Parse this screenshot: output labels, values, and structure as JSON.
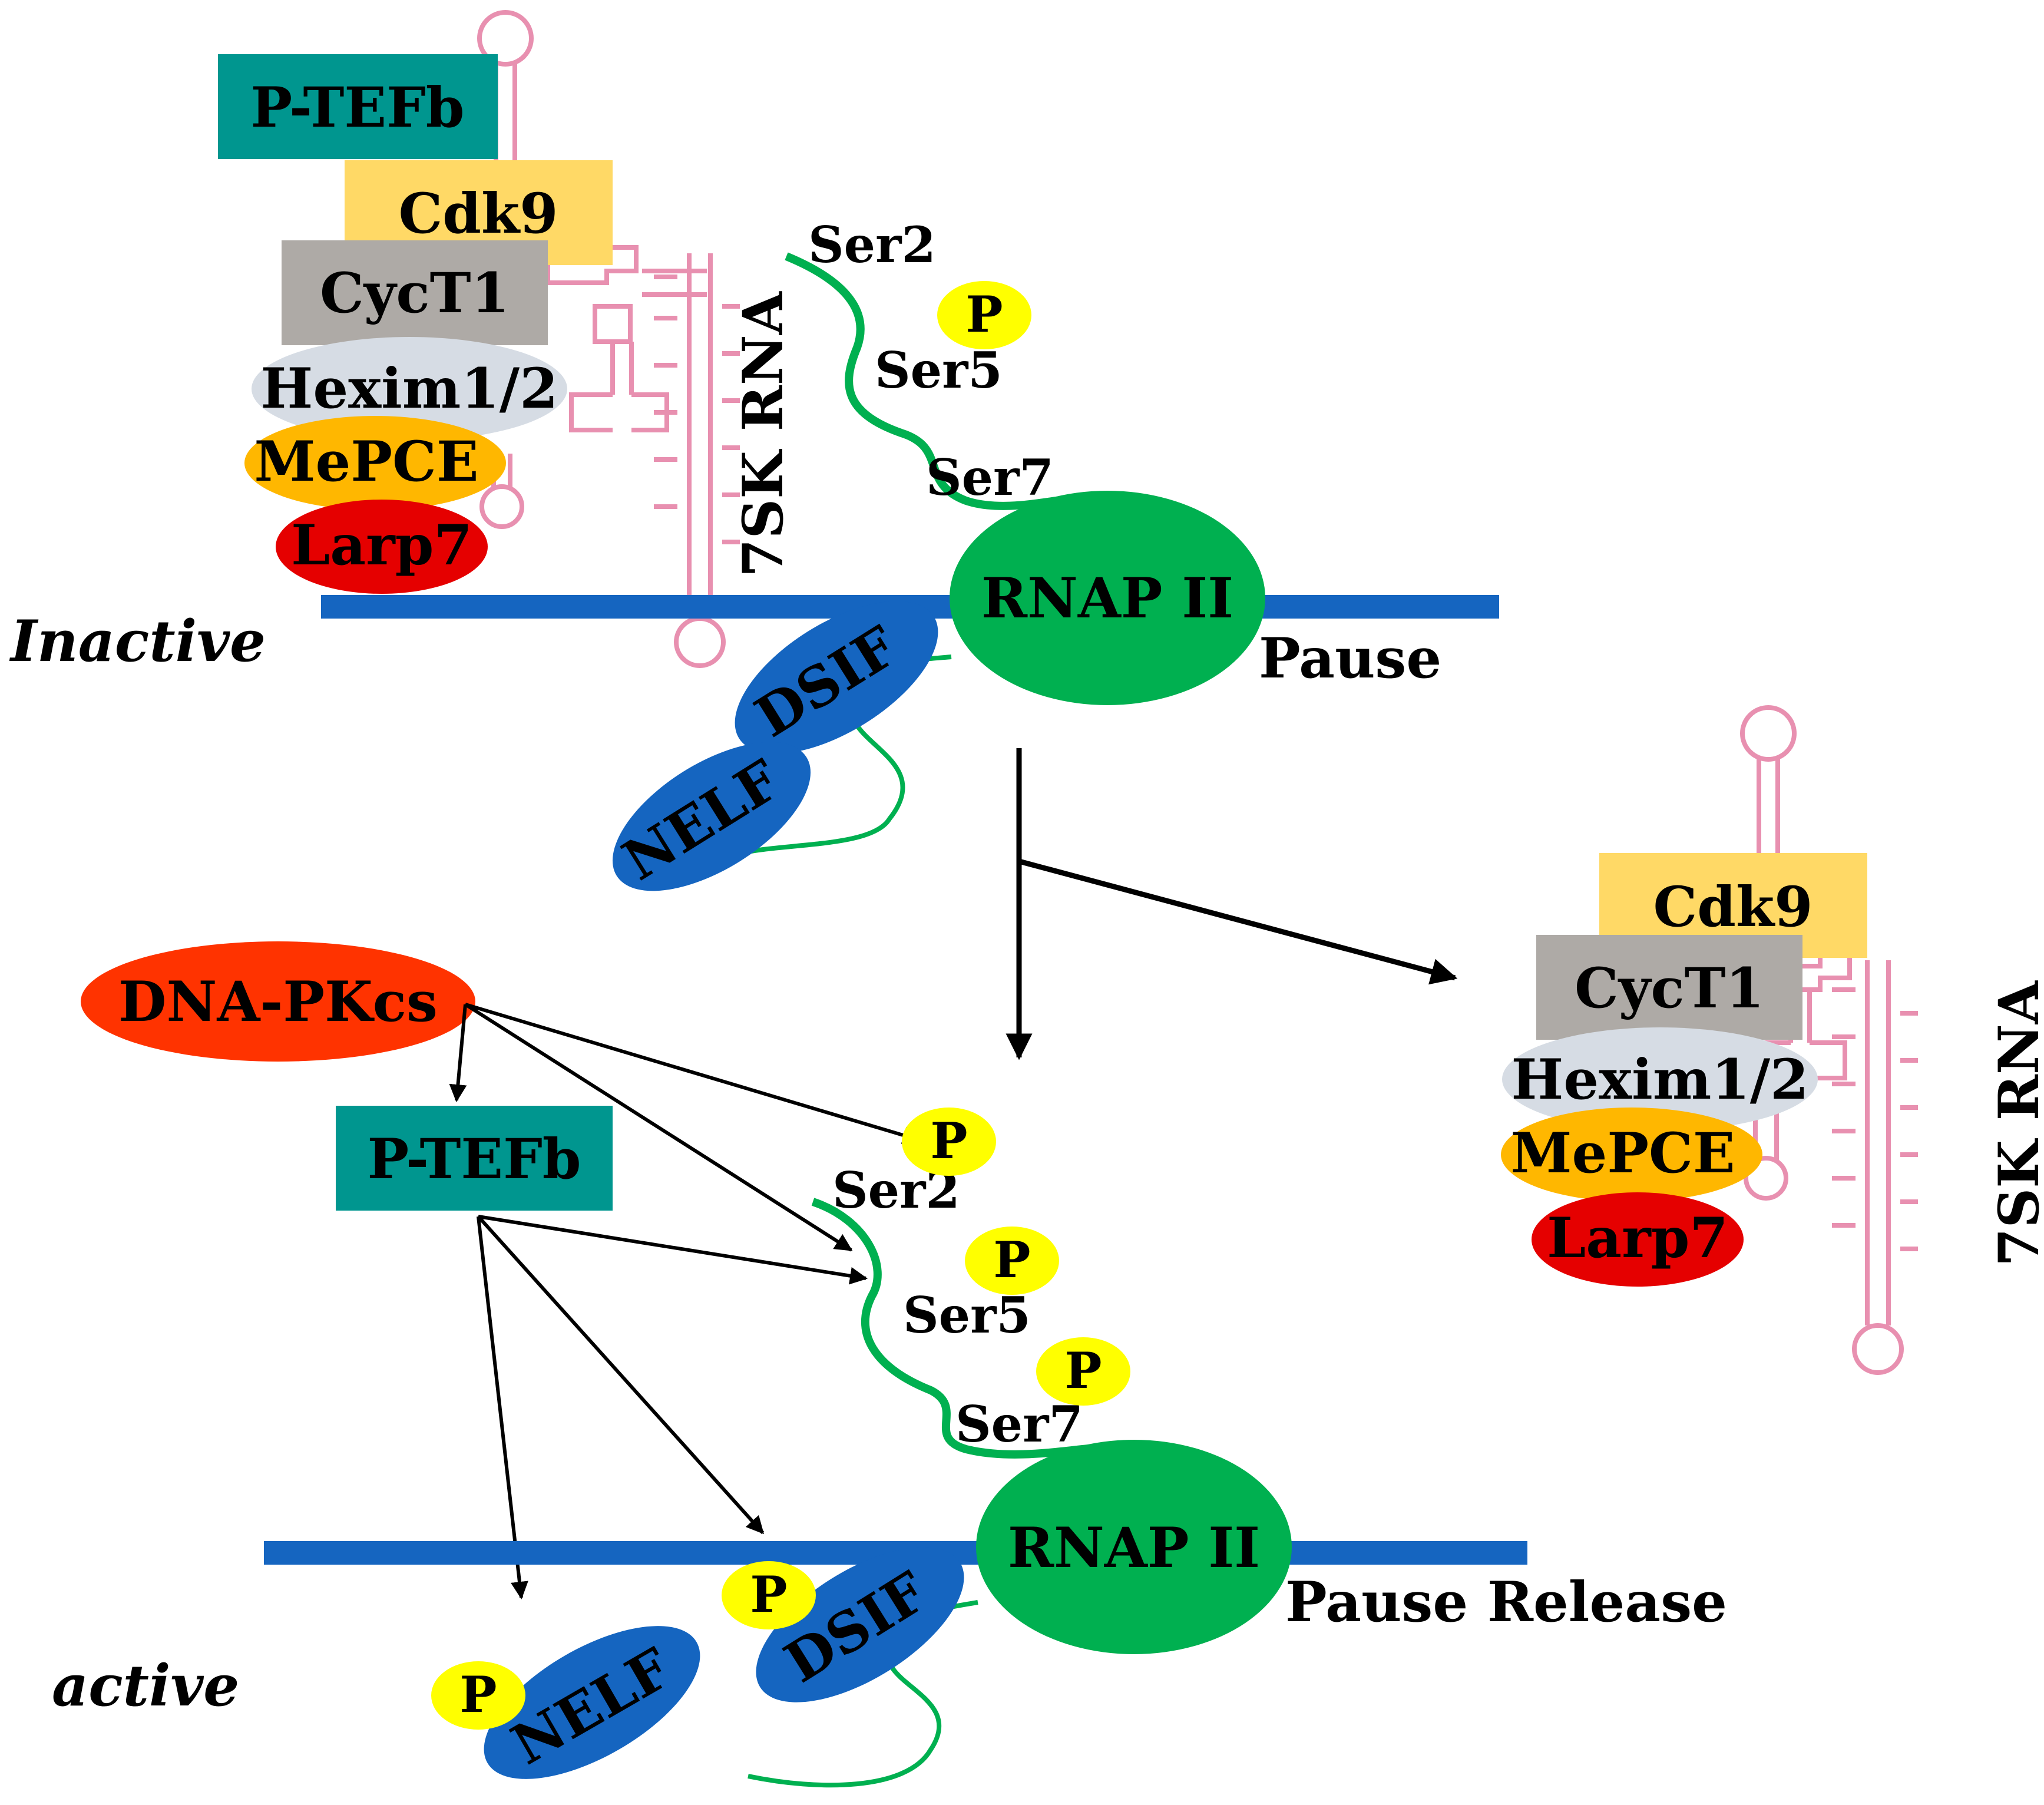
{
  "colors": {
    "ptefb": "#00968f",
    "cdk9": "#ffd966",
    "cyct1": "#aeaaa6",
    "hexim": "#d6dce4",
    "mepce": "#ffb700",
    "larp7": "#e50000",
    "dna": "#1565c0",
    "rnap": "#00b050",
    "ctd": "#00b050",
    "dsif_nelf": "#1565c0",
    "phosphate": "#ffff00",
    "dnapkcs": "#ff3300",
    "rna7sk": "#e890b0",
    "arrow": "#000000"
  },
  "labels": {
    "inactive": "Inactive",
    "active": "active",
    "pause": "Pause",
    "pause_release": "Pause Release",
    "ptefb": "P-TEFb",
    "cdk9": "Cdk9",
    "cyct1": "CycT1",
    "hexim": "Hexim1/2",
    "mepce": "MePCE",
    "larp7": "Larp7",
    "rna7sk": "7SK RNA",
    "rnap": "RNAP II",
    "dsif": "DSIF",
    "nelf": "NELF",
    "ser2": "Ser2",
    "ser5": "Ser5",
    "ser7": "Ser7",
    "p": "P",
    "dnapkcs": "DNA-PKcs"
  }
}
